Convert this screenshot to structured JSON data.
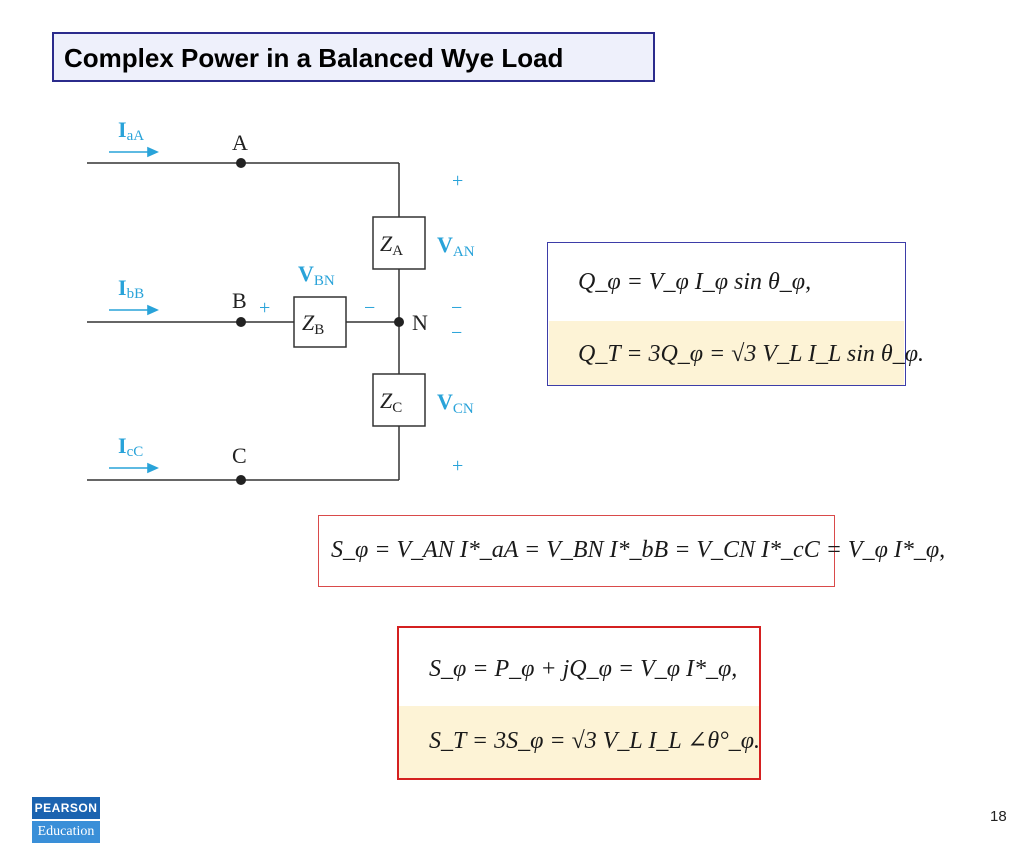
{
  "title": "Complex Power in a Balanced Wye Load",
  "circuit": {
    "currents": {
      "a": {
        "main": "I",
        "sub": "aA"
      },
      "b": {
        "main": "I",
        "sub": "bB"
      },
      "c": {
        "main": "I",
        "sub": "cC"
      }
    },
    "nodes": {
      "a": "A",
      "b": "B",
      "c": "C",
      "n": "N"
    },
    "impedances": {
      "a": {
        "main": "Z",
        "sub": "A"
      },
      "b": {
        "main": "Z",
        "sub": "B"
      },
      "c": {
        "main": "Z",
        "sub": "C"
      }
    },
    "voltages": {
      "an": {
        "main": "V",
        "sub": "AN"
      },
      "bn": {
        "main": "V",
        "sub": "BN"
      },
      "cn": {
        "main": "V",
        "sub": "CN"
      }
    },
    "plus": "+",
    "minus": "−"
  },
  "equations": {
    "q_phase": "Q_φ = V_φ I_φ sin θ_φ,",
    "q_total": "Q_T = 3Q_φ = √3 V_L I_L sin θ_φ.",
    "s_phase_currents": "S_φ = V_AN I*_aA = V_BN I*_bB = V_CN I*_cC = V_φ I*_φ,",
    "s_phase": "S_φ = P_φ + jQ_φ = V_φ I*_φ,",
    "s_total": "S_T = 3S_φ = √3 V_L I_L ∠θ°_φ."
  },
  "logo": {
    "top": "PEARSON",
    "bottom": "Education"
  },
  "page_number": "18",
  "colors": {
    "accent": "#29a3d9",
    "title_border": "#2b2b8c",
    "highlight": "#fdf3d6"
  }
}
